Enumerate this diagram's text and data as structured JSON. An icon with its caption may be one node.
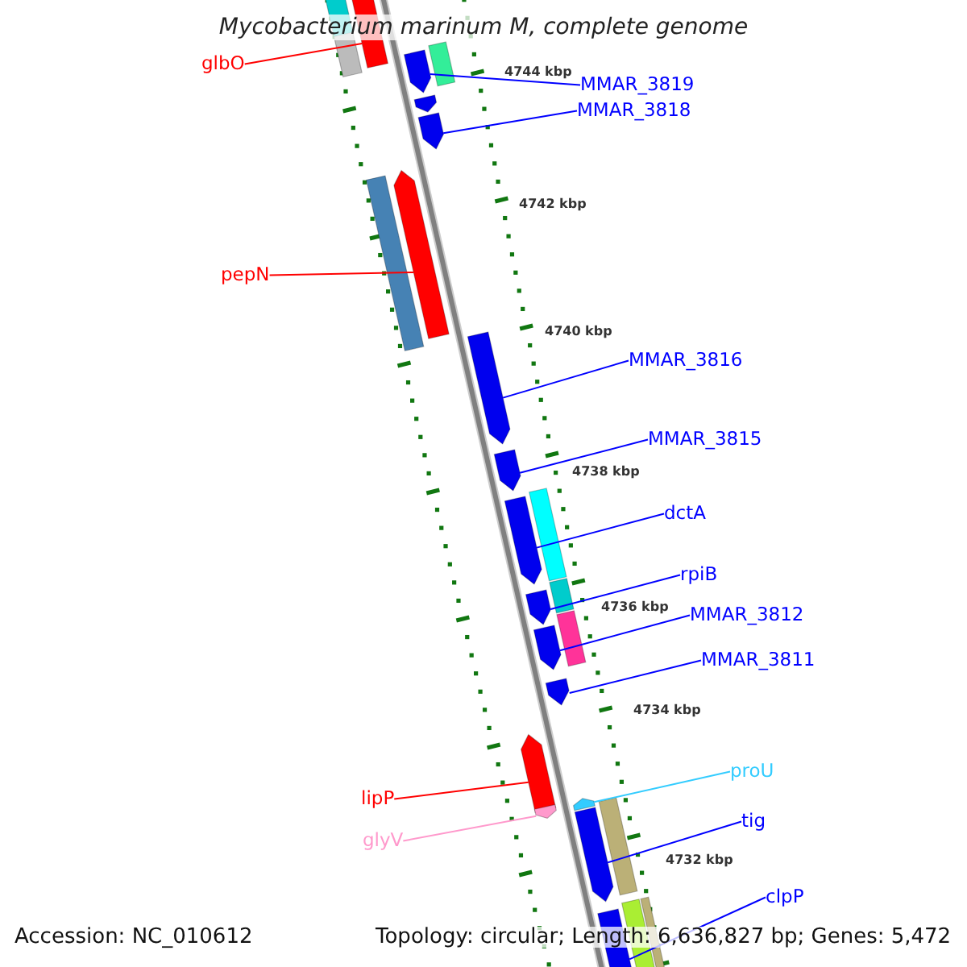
{
  "diagram": {
    "title": "Mycobacterium marinum M, complete genome",
    "nodes": [
      {
        "text": [
          "glbO"
        ]
      },
      {
        "text": [
          "MMAR_3819"
        ]
      },
      {
        "text": [
          "MMAR_3818"
        ]
      },
      {
        "text": [
          "pepN"
        ]
      },
      {
        "text": [
          "MMAR_3816"
        ]
      },
      {
        "text": [
          "MMAR_3815"
        ]
      },
      {
        "text": [
          "dctA"
        ]
      },
      {
        "text": [
          "rpiB"
        ]
      },
      {
        "text": [
          "MMAR_3812"
        ]
      },
      {
        "text": [
          "MMAR_3811"
        ]
      },
      {
        "text": [
          "proU"
        ]
      },
      {
        "text": [
          "lipP"
        ]
      },
      {
        "text": [
          "tig"
        ]
      },
      {
        "text": [
          "glyV"
        ]
      },
      {
        "text": [
          "clpP"
        ]
      },
      {
        "text": [],
        "shape": "bar"
      },
      {
        "text": [],
        "shape": "bar"
      },
      {
        "text": [],
        "shape": "bar"
      },
      {
        "text": [],
        "shape": "bar"
      },
      {
        "text": [],
        "shape": "pentagon"
      },
      {
        "text": [],
        "shape": "pentagon"
      },
      {
        "text": [],
        "shape": "pentagon"
      },
      {
        "text": [],
        "shape": "pentagon"
      },
      {
        "text": [],
        "shape": "bar"
      },
      {
        "text": [],
        "shape": "pentagon"
      },
      {
        "text": [],
        "shape": "pentagon"
      },
      {
        "text": [],
        "shape": "bar"
      },
      {
        "text": [],
        "shape": "pentagon"
      },
      {
        "text": [],
        "shape": "bar"
      },
      {
        "text": [],
        "shape": "pentagon"
      },
      {
        "text": [],
        "shape": "bar"
      },
      {
        "text": [],
        "shape": "pentagon"
      },
      {
        "text": [],
        "shape": "pentagon"
      },
      {
        "text": [],
        "shape": "pentagon"
      },
      {
        "text": [],
        "shape": "pentagon"
      },
      {
        "text": [],
        "shape": "pentagon"
      },
      {
        "text": [],
        "shape": "bar"
      },
      {
        "text": [],
        "shape": "pentagon"
      },
      {
        "text": [],
        "shape": "bar"
      },
      {
        "text": [],
        "shape": "bar"
      },
      {
        "text": [],
        "shape": "pentagon"
      }
    ],
    "edges": [
      {
        "from": 0,
        "to": 16,
        "arrow": "none",
        "color": "#ff0000"
      },
      {
        "from": 1,
        "to": 19,
        "arrow": "none"
      },
      {
        "from": 2,
        "to": 21,
        "arrow": "none"
      },
      {
        "from": 3,
        "to": 22,
        "arrow": "none",
        "color": "#ff0000"
      },
      {
        "from": 4,
        "to": 24,
        "arrow": "none"
      },
      {
        "from": 5,
        "to": 25,
        "arrow": "none"
      },
      {
        "from": 6,
        "to": 27,
        "arrow": "none"
      },
      {
        "from": 7,
        "to": 29,
        "arrow": "none"
      },
      {
        "from": 8,
        "to": 31,
        "arrow": "none"
      },
      {
        "from": 9,
        "to": 32,
        "arrow": "none"
      },
      {
        "from": 10,
        "to": 35,
        "arrow": "none",
        "color": "#33ccff"
      },
      {
        "from": 11,
        "to": 33,
        "arrow": "none",
        "color": "#ff0000"
      },
      {
        "from": 12,
        "to": 37,
        "arrow": "none"
      },
      {
        "from": 13,
        "to": 34,
        "arrow": "none",
        "color": "#ff99cc"
      },
      {
        "from": 14,
        "to": 40,
        "arrow": "none"
      }
    ],
    "labels": [
      "4744 kbp",
      "4742 kbp",
      "4740 kbp",
      "4738 kbp",
      "4736 kbp",
      "4734 kbp",
      "4732 kbp",
      "Accession: NC_010612",
      "Topology: circular; Length: 6,636,827 bp; Genes: 5,472"
    ]
  }
}
